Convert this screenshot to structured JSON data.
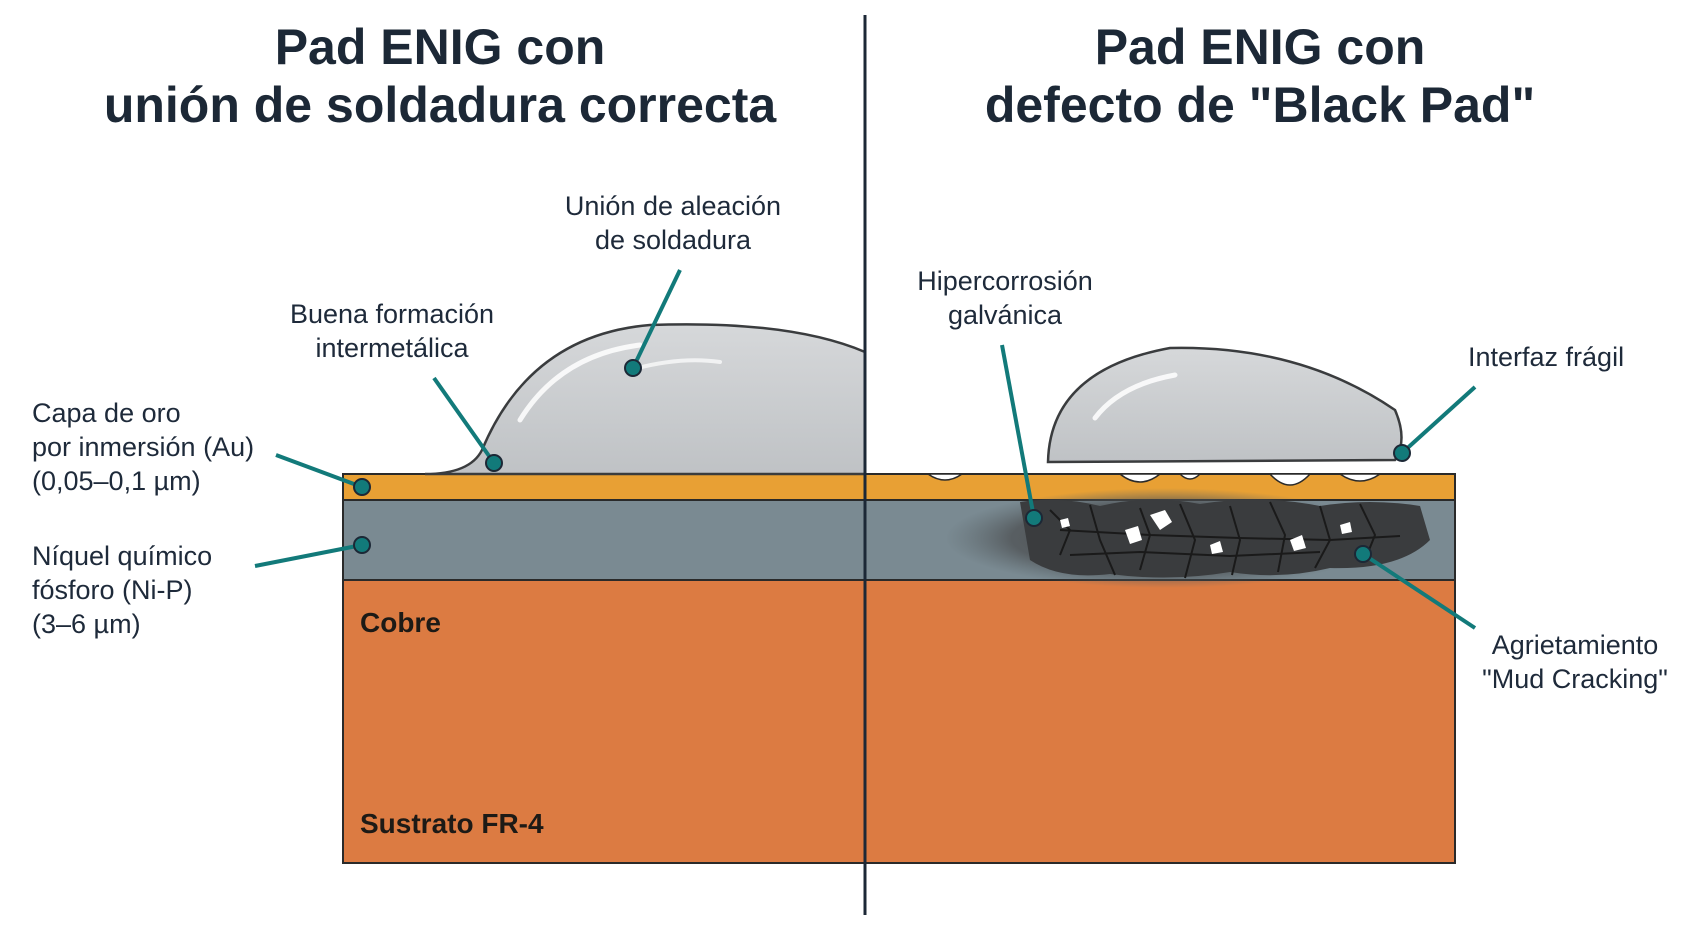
{
  "titles": {
    "left": {
      "line1": "Pad ENIG con",
      "line2": "unión de soldadura correcta"
    },
    "right": {
      "line1": "Pad ENIG con",
      "line2": "defecto de \"Black Pad\""
    }
  },
  "labels": {
    "solder_alloy": {
      "line1": "Unión de aleación",
      "line2": "de soldadura"
    },
    "intermetallic": {
      "line1": "Buena formación",
      "line2": "intermetálica"
    },
    "gold_layer": {
      "line1": "Capa de oro",
      "line2": "por inmersión (Au)",
      "line3": "(0,05–0,1 µm)"
    },
    "nickel_layer": {
      "line1": "Níquel químico",
      "line2": "fósforo (Ni-P)",
      "line3": "(3–6 µm)"
    },
    "copper": "Cobre",
    "substrate": "Sustrato FR-4",
    "hypercorrosion": {
      "line1": "Hipercorrosión",
      "line2": "galvánica"
    },
    "brittle_interface": "Interfaz frágil",
    "mud_cracking": {
      "line1": "Agrietamiento",
      "line2": "\"Mud Cracking\""
    }
  },
  "colors": {
    "gold": "#e8a034",
    "nickel": "#7a8a92",
    "copper": "#dc7b42",
    "solder": "#c8cacc",
    "corrosion": "#3a3c3e",
    "callout": "#127a7a",
    "divider": "#1c2836"
  }
}
